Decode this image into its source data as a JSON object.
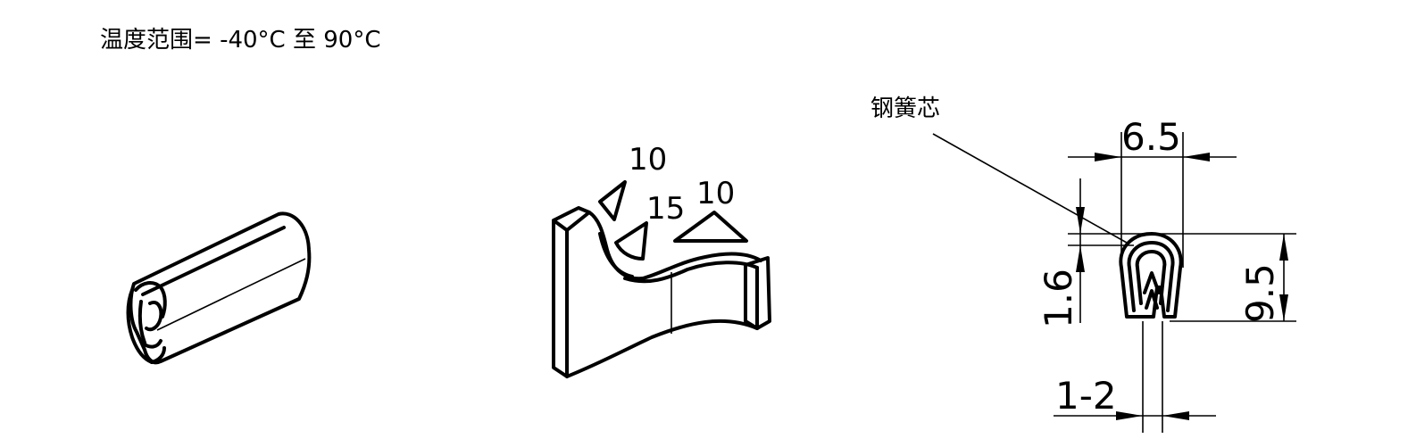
{
  "header": {
    "label": "温度范围=",
    "min": "-40°C",
    "to": "至",
    "max": "90°C"
  },
  "callout": {
    "label": "钢簧芯"
  },
  "angles": {
    "left": "10",
    "middle": "15",
    "right": "10"
  },
  "dimensions": {
    "width": "6.5",
    "height": "9.5",
    "wall": "1.6",
    "grip_range": "1-2"
  }
}
